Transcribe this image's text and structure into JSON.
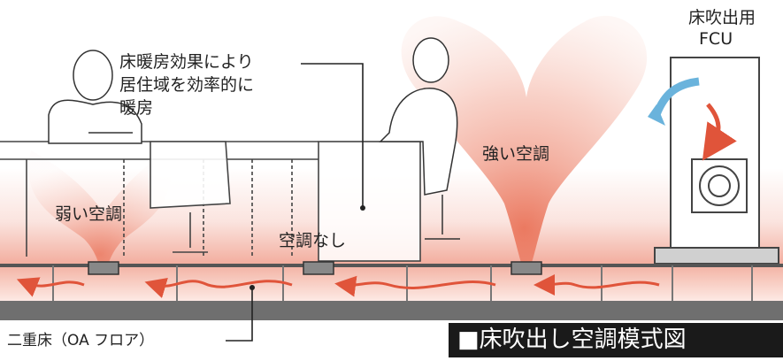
{
  "diagram": {
    "title": "■床吹出し空調模式図",
    "fcu_label_line1": "床吹出用",
    "fcu_label_line2": "FCU",
    "callout_line1": "床暖房効果により",
    "callout_line2": "居住域を効率的に",
    "callout_line3": "暖房",
    "weak_label": "弱い空調",
    "none_label": "空調なし",
    "strong_label": "強い空調",
    "floor_label": "二重床（OA フロア）"
  },
  "colors": {
    "warm": "#e8684c",
    "warm_light": "#f6c2b5",
    "cool_arrow": "#6ab3dc",
    "floor": "#6f6f6f",
    "frame": "#555555"
  }
}
